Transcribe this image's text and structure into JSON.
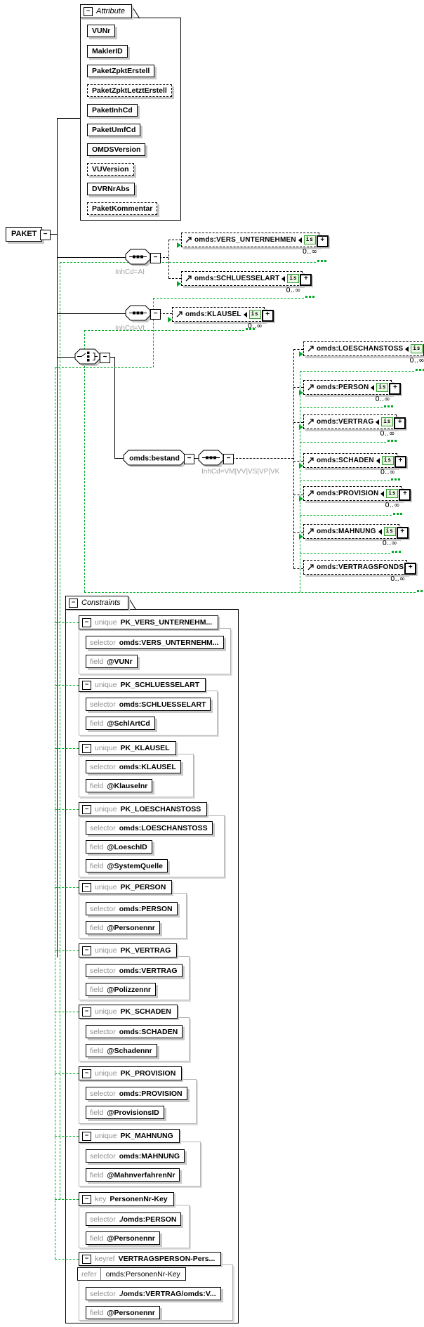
{
  "icons": {
    "collapse": "−",
    "expand": "+"
  },
  "diagram": {
    "root": {
      "name": "PAKET"
    },
    "is_badge_text": "is",
    "attributes_panel": {
      "title": "Attribute",
      "items": [
        {
          "name": "VUNr",
          "optional": false
        },
        {
          "name": "MaklerID",
          "optional": false
        },
        {
          "name": "PaketZpktErstell",
          "optional": false
        },
        {
          "name": "PaketZpktLetztErstell",
          "optional": true
        },
        {
          "name": "PaketInhCd",
          "optional": false
        },
        {
          "name": "PaketUmfCd",
          "optional": false
        },
        {
          "name": "OMDSVersion",
          "optional": false
        },
        {
          "name": "VUVersion",
          "optional": true
        },
        {
          "name": "DVRNrAbs",
          "optional": false
        },
        {
          "name": "PaketKommentar",
          "optional": true
        }
      ]
    },
    "branches": [
      {
        "type": "sequence",
        "label": "InhCd=AI"
      },
      {
        "type": "sequence",
        "label": "InhCd=VI"
      },
      {
        "type": "choice",
        "label": ""
      }
    ],
    "bestand": {
      "name": "omds:bestand",
      "sequence_label": "InhCd=VM|VV|VS|VP|VK"
    },
    "elements": [
      {
        "name": "omds:VERS_UNTERNEHMEN",
        "occurs": "0..∞",
        "is_badge": true
      },
      {
        "name": "omds:SCHLUESSELART",
        "occurs": "0..∞",
        "is_badge": true
      },
      {
        "name": "omds:KLAUSEL",
        "occurs": "0..∞",
        "is_badge": true
      },
      {
        "name": "omds:LOESCHANSTOSS",
        "occurs": "0..∞",
        "is_badge": true
      },
      {
        "name": "omds:PERSON",
        "occurs": "0..∞",
        "is_badge": true
      },
      {
        "name": "omds:VERTRAG",
        "occurs": "0..∞",
        "is_badge": true
      },
      {
        "name": "omds:SCHADEN",
        "occurs": "0..∞",
        "is_badge": true
      },
      {
        "name": "omds:PROVISION",
        "occurs": "0..∞",
        "is_badge": true
      },
      {
        "name": "omds:MAHNUNG",
        "occurs": "0..∞",
        "is_badge": true
      },
      {
        "name": "omds:VERTRAGSFONDS",
        "occurs": "0..∞",
        "is_badge": false
      }
    ]
  },
  "constraints_panel": {
    "title": "Constraints",
    "selector_label": "selector",
    "field_label": "field",
    "items": [
      {
        "kind": "unique",
        "name": "PK_VERS_UNTERNEHM...",
        "selector": "omds:VERS_UNTERNEHM...",
        "fields": [
          "@VUNr"
        ]
      },
      {
        "kind": "unique",
        "name": "PK_SCHLUESSELART",
        "selector": "omds:SCHLUESSELART",
        "fields": [
          "@SchlArtCd"
        ]
      },
      {
        "kind": "unique",
        "name": "PK_KLAUSEL",
        "selector": "omds:KLAUSEL",
        "fields": [
          "@Klauselnr"
        ]
      },
      {
        "kind": "unique",
        "name": "PK_LOESCHANSTOSS",
        "selector": "omds:LOESCHANSTOSS",
        "fields": [
          "@LoeschID",
          "@SystemQuelle"
        ]
      },
      {
        "kind": "unique",
        "name": "PK_PERSON",
        "selector": "omds:PERSON",
        "fields": [
          "@Personennr"
        ]
      },
      {
        "kind": "unique",
        "name": "PK_VERTRAG",
        "selector": "omds:VERTRAG",
        "fields": [
          "@Polizzennr"
        ]
      },
      {
        "kind": "unique",
        "name": "PK_SCHADEN",
        "selector": "omds:SCHADEN",
        "fields": [
          "@Schadennr"
        ]
      },
      {
        "kind": "unique",
        "name": "PK_PROVISION",
        "selector": "omds:PROVISION",
        "fields": [
          "@ProvisionsID"
        ]
      },
      {
        "kind": "unique",
        "name": "PK_MAHNUNG",
        "selector": "omds:MAHNUNG",
        "fields": [
          "@MahnverfahrenNr"
        ]
      },
      {
        "kind": "key",
        "name": "PersonenNr-Key",
        "selector": "./omds:PERSON",
        "fields": [
          "@Personennr"
        ]
      },
      {
        "kind": "keyref",
        "name": "VERTRAGSPERSON-Pers...",
        "refer_label": "refer",
        "refer": "omds:PersonenNr-Key",
        "selector": "./omds:VERTRAG/omds:V...",
        "fields": [
          "@Personennr"
        ]
      }
    ]
  }
}
